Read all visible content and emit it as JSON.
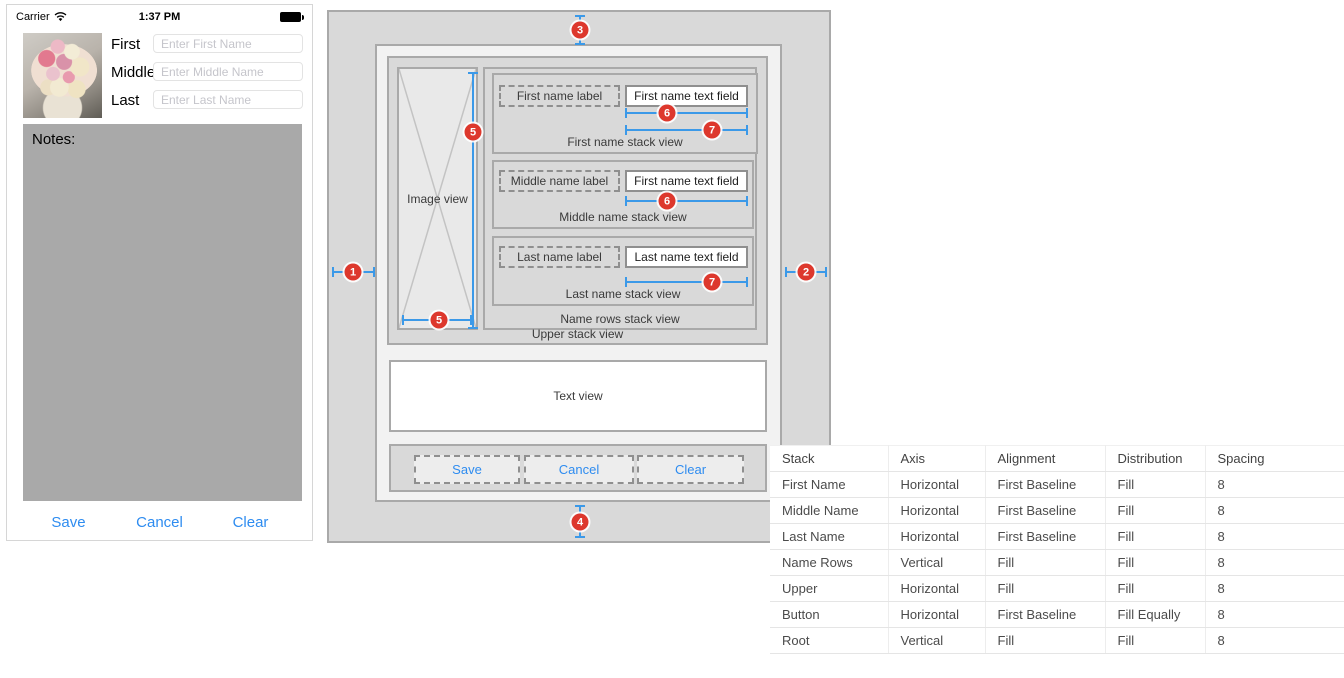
{
  "phone": {
    "status_bar": {
      "carrier": "Carrier",
      "time": "1:37 PM"
    },
    "form": {
      "rows": [
        {
          "label": "First",
          "placeholder": "Enter First Name"
        },
        {
          "label": "Middle",
          "placeholder": "Enter Middle Name"
        },
        {
          "label": "Last",
          "placeholder": "Enter Last Name"
        }
      ],
      "notes_label": "Notes:"
    },
    "buttons": [
      {
        "label": "Save"
      },
      {
        "label": "Cancel"
      },
      {
        "label": "Clear"
      }
    ]
  },
  "diagram": {
    "markers": [
      "1",
      "2",
      "3",
      "4",
      "5",
      "6",
      "7"
    ],
    "image_view_label": "Image view",
    "rows": [
      {
        "label": "First name label",
        "field": "First name text field",
        "caption": "First name stack view"
      },
      {
        "label": "Middle name label",
        "field": "First name text field",
        "caption": "Middle name stack view"
      },
      {
        "label": "Last name label",
        "field": "Last name text field",
        "caption": "Last name stack view"
      }
    ],
    "name_rows_caption": "Name rows stack view",
    "upper_caption": "Upper stack view",
    "text_view_label": "Text view",
    "buttons": [
      {
        "label": "Save"
      },
      {
        "label": "Cancel"
      },
      {
        "label": "Clear"
      }
    ],
    "colors": {
      "measure_blue": "#3b99e8",
      "badge_red": "#dd382d",
      "button_blue": "#2e8cf0"
    }
  },
  "table": {
    "headers": [
      "Stack",
      "Axis",
      "Alignment",
      "Distribution",
      "Spacing"
    ],
    "rows": [
      [
        "First Name",
        "Horizontal",
        "First Baseline",
        "Fill",
        "8"
      ],
      [
        "Middle Name",
        "Horizontal",
        "First Baseline",
        "Fill",
        "8"
      ],
      [
        "Last Name",
        "Horizontal",
        "First Baseline",
        "Fill",
        "8"
      ],
      [
        "Name Rows",
        "Vertical",
        "Fill",
        "Fill",
        "8"
      ],
      [
        "Upper",
        "Horizontal",
        "Fill",
        "Fill",
        "8"
      ],
      [
        "Button",
        "Horizontal",
        "First Baseline",
        "Fill Equally",
        "8"
      ],
      [
        "Root",
        "Vertical",
        "Fill",
        "Fill",
        "8"
      ]
    ]
  }
}
